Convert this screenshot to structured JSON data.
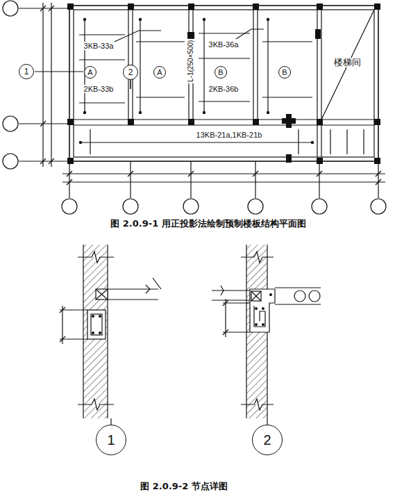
{
  "diagram": {
    "nodes": [
      {
        "text": [
          "A"
        ]
      },
      {
        "text": [
          "A"
        ]
      },
      {
        "text": [
          "B"
        ]
      },
      {
        "text": [
          "B"
        ]
      },
      {
        "text": [
          "1"
        ]
      },
      {
        "text": [
          "2"
        ]
      },
      {
        "text": [
          "1"
        ]
      },
      {
        "text": [
          "2"
        ]
      }
    ],
    "labels": [
      "3KB-33a",
      "2KB-33b",
      "3KB-36a",
      "2KB-36b",
      "L-1(250×500)",
      "楼梯间",
      "13KB-21a,1KB-21b",
      "图 2.0.9-1  用正投影法绘制预制楼板结构平面图",
      "图 2.0.9-2  节点详图"
    ]
  }
}
